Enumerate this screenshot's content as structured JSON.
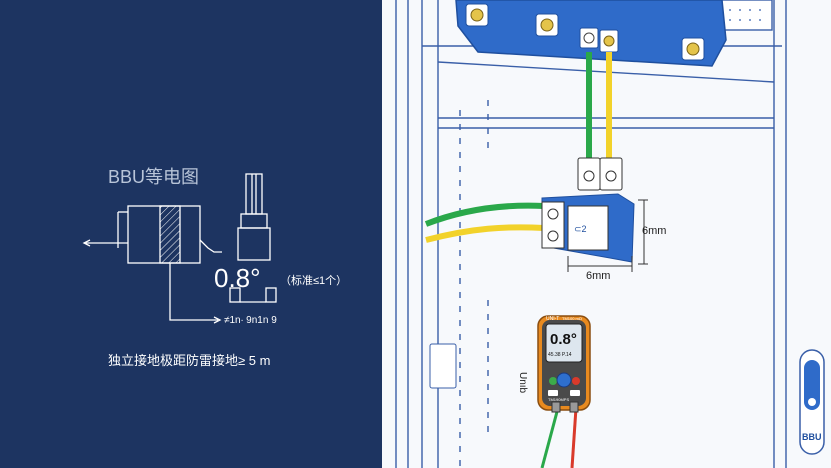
{
  "left_panel": {
    "title": "BBU等电图",
    "reading": "0.8°",
    "standard_note": "（标准≤1个）",
    "mirrored_label": "≠1n∙ 9n1n 9",
    "bottom_caption": "独立接地极距防雷接地≥ 5 m"
  },
  "right_panel": {
    "dim_height": "6mm",
    "dim_width": "6mm",
    "meter_side_label": "Unıb",
    "meter_reading": "0.8°",
    "meter_sub_reading": "45.38  P.14",
    "meter_brand": "UNI-T",
    "meter_model_text": "TM100 mΩ",
    "meter_bottom_text": "TM190MPS",
    "side_tag": "BBU"
  },
  "colors": {
    "panel_blue": "#1d3461",
    "cabinet_line": "#3a5fa8",
    "busbar_blue": "#2f6bc9",
    "wire_green": "#2aa84a",
    "wire_yellow": "#f2d22a",
    "meter_orange": "#e88a1f"
  }
}
